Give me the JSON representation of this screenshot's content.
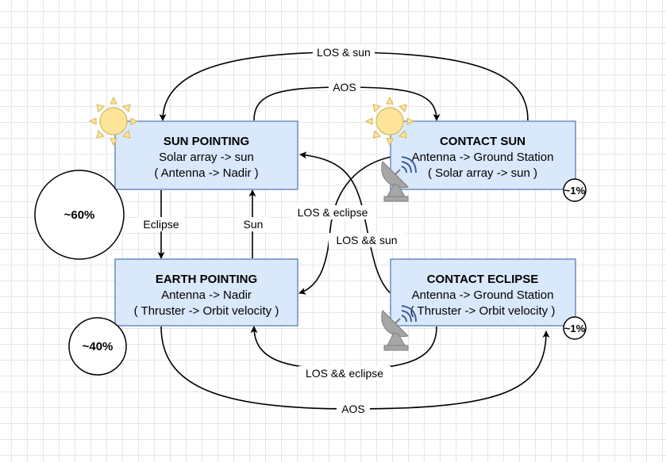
{
  "states": {
    "sun_pointing": {
      "title": "SUN POINTING",
      "line1": "Solar array -> sun",
      "line2": "( Antenna -> Nadir )"
    },
    "earth_pointing": {
      "title": "EARTH POINTING",
      "line1": "Antenna -> Nadir",
      "line2": "( Thruster -> Orbit velocity )"
    },
    "contact_sun": {
      "title": "CONTACT SUN",
      "line1": "Antenna -> Ground Station",
      "line2": "( Solar array -> sun )"
    },
    "contact_eclipse": {
      "title": "CONTACT ECLIPSE",
      "line1": "Antenna -> Ground Station",
      "line2": "( Thruster -> Orbit velocity )"
    }
  },
  "transitions": {
    "los_sun": "LOS & sun",
    "aos_top": "AOS",
    "eclipse": "Eclipse",
    "sun": "Sun",
    "los_eclipse": "LOS & eclipse",
    "los_and_sun": "LOS && sun",
    "los_and_eclipse": "LOS && eclipse",
    "aos_bottom": "AOS"
  },
  "percentages": {
    "sun_pointing": "~60%",
    "earth_pointing": "~40%",
    "contact_sun": "~1%",
    "contact_eclipse": "~1%"
  },
  "icons": {
    "sun": "sun-icon",
    "antenna": "satellite-dish-icon"
  },
  "colors": {
    "state_fill": "#dae8fc",
    "state_stroke": "#6c8ebf",
    "sun_fill": "#ffe599",
    "sun_stroke": "#d6b656",
    "dish": "#a6a6a6",
    "signal": "#3c5f9a"
  }
}
